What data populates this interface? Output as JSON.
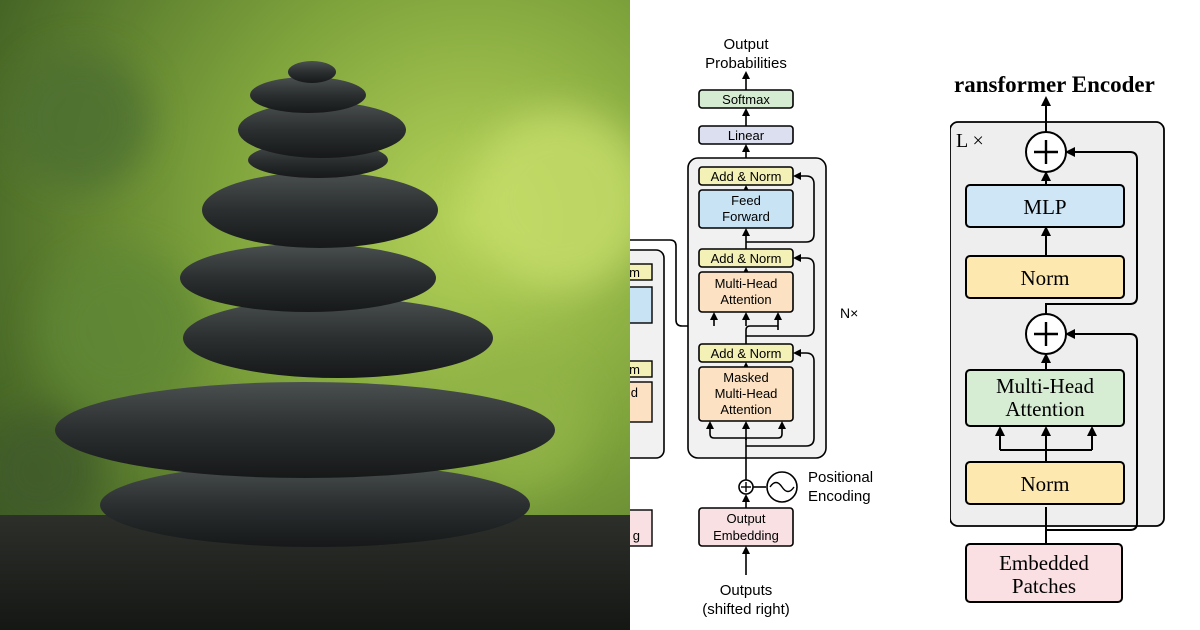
{
  "photo": {
    "subject": "stacked-stones-photo"
  },
  "decoder": {
    "output_title_line1": "Output",
    "output_title_line2": "Probabilities",
    "softmax": "Softmax",
    "linear": "Linear",
    "add_norm_top": "Add & Norm",
    "feed_forward_line1": "Feed",
    "feed_forward_line2": "Forward",
    "add_norm_mid": "Add & Norm",
    "mha_line1": "Multi-Head",
    "mha_line2": "Attention",
    "add_norm_bottom": "Add & Norm",
    "masked_line1": "Masked",
    "masked_line2": "Multi-Head",
    "masked_line3": "Attention",
    "repeat_label": "N×",
    "pos_enc_line1": "Positional",
    "pos_enc_line2": "Encoding",
    "embed_line1": "Output",
    "embed_line2": "Embedding",
    "inputs_line1": "Outputs",
    "inputs_line2": "(shifted right)",
    "clipped_fragments": [
      "m",
      "m",
      "d",
      "g"
    ]
  },
  "encoder": {
    "title": "ransformer Encoder",
    "repeat_label": "L ×",
    "mlp": "MLP",
    "norm_top": "Norm",
    "mha_line1": "Multi-Head",
    "mha_line2": "Attention",
    "norm_bottom": "Norm",
    "patches_line1": "Embedded",
    "patches_line2": "Patches"
  },
  "colors": {
    "softmax": "#d5ecd2",
    "linear": "#dcdff0",
    "add_norm": "#f3f1b5",
    "feed_forward": "#c7e3f4",
    "attention": "#fce2c2",
    "embedding": "#f9e1e3",
    "block_bg": "#eeeeee",
    "enc_norm": "#fde9b0",
    "enc_mlp": "#cfe6f6",
    "enc_mha": "#d6edd3",
    "enc_patches": "#fae0e3"
  }
}
